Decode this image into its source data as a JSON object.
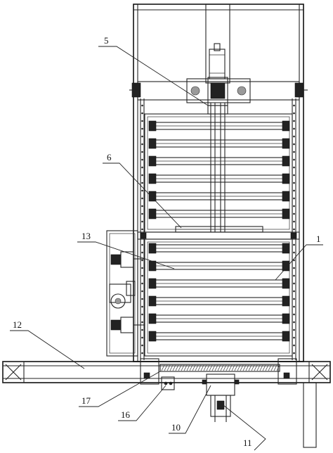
{
  "callouts": [
    {
      "id": "c5",
      "text": "5"
    },
    {
      "id": "c6",
      "text": "6"
    },
    {
      "id": "c13",
      "text": "13"
    },
    {
      "id": "c1",
      "text": "1"
    },
    {
      "id": "c12",
      "text": "12"
    },
    {
      "id": "c17",
      "text": "17"
    },
    {
      "id": "c16",
      "text": "16"
    },
    {
      "id": "c10",
      "text": "10"
    },
    {
      "id": "c11",
      "text": "11"
    }
  ]
}
